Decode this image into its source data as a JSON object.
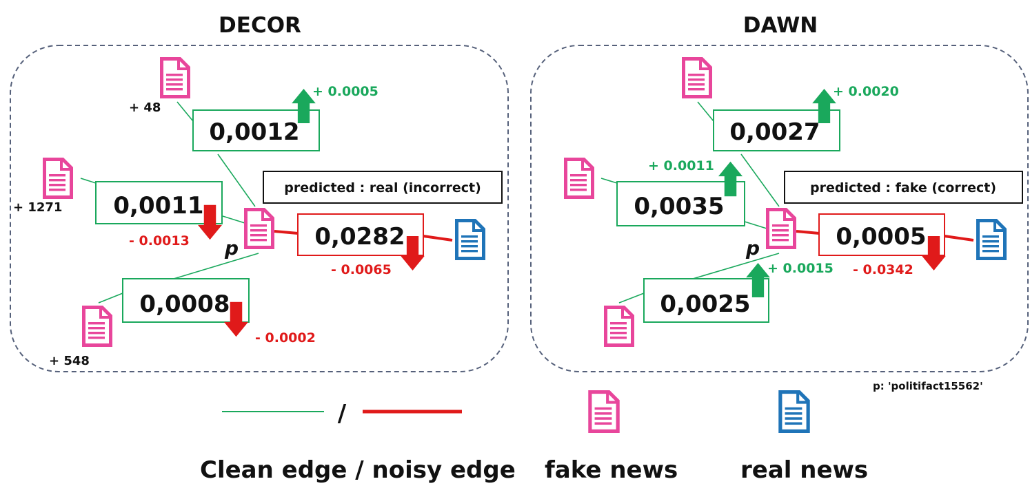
{
  "colors": {
    "clean": "#1aa85c",
    "noisy": "#e01a1a",
    "fake_doc": "#e8469b",
    "real_doc": "#1f74b8",
    "panel_border": "#55607a"
  },
  "icons": {
    "fake": "fake-news-document-icon",
    "real": "real-news-document-icon",
    "up": "up-arrow-icon",
    "down": "down-arrow-icon"
  },
  "panels": {
    "decor": {
      "title": "DECOR",
      "node_label": "p",
      "predicted": "predicted : real (incorrect)",
      "counts": [
        "+ 48",
        "+ 1271",
        "+ 548"
      ],
      "edges": [
        {
          "weight": "0,0012",
          "delta": "+ 0.0005",
          "change": "up",
          "type": "clean"
        },
        {
          "weight": "0,0011",
          "delta": "- 0.0013",
          "change": "down",
          "type": "clean"
        },
        {
          "weight": "0,0008",
          "delta": "- 0.0002",
          "change": "down",
          "type": "clean"
        },
        {
          "weight": "0,0282",
          "delta": "- 0.0065",
          "change": "down",
          "type": "noisy"
        }
      ]
    },
    "dawn": {
      "title": "DAWN",
      "node_label": "p",
      "predicted": "predicted : fake (correct)",
      "edges": [
        {
          "weight": "0,0027",
          "delta": "+ 0.0020",
          "change": "up",
          "type": "clean"
        },
        {
          "weight": "0,0035",
          "delta": "+ 0.0011",
          "change": "up",
          "type": "clean"
        },
        {
          "weight": "0,0025",
          "delta": "+ 0.0015",
          "change": "up",
          "type": "clean"
        },
        {
          "weight": "0,0005",
          "delta": "- 0.0342",
          "change": "down",
          "type": "noisy"
        }
      ]
    }
  },
  "note": "p: 'politifact15562'",
  "legend": {
    "slash": "/",
    "edges_label": "Clean edge / noisy edge",
    "fake_label": "fake news",
    "real_label": "real news"
  }
}
